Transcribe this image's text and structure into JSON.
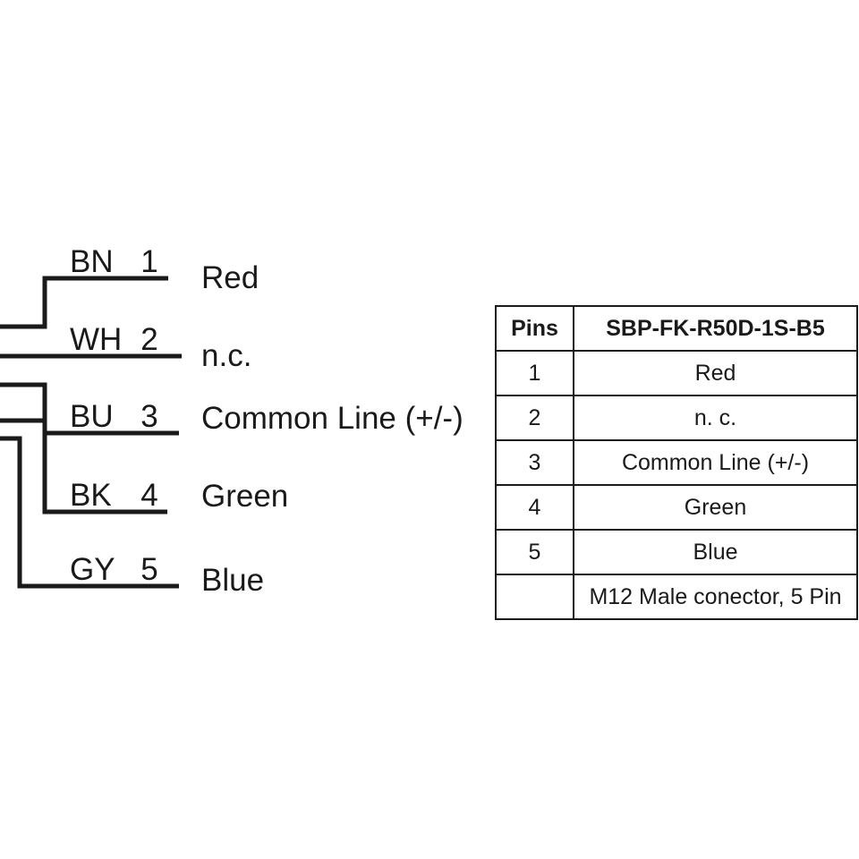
{
  "diagram": {
    "title_hidden": "",
    "line_color": "#1a1a1a",
    "text_color": "#1a1a1a",
    "wires": [
      {
        "code": "BN",
        "pin": "1",
        "function": "Red"
      },
      {
        "code": "WH",
        "pin": "2",
        "function": "n.c."
      },
      {
        "code": "BU",
        "pin": "3",
        "function": "Common Line (+/-)"
      },
      {
        "code": "BK",
        "pin": "4",
        "function": "Green"
      },
      {
        "code": "GY",
        "pin": "5",
        "function": "Blue"
      }
    ]
  },
  "table": {
    "headers": [
      "Pins",
      "SBP-FK-R50D-1S-B5"
    ],
    "rows": [
      {
        "pin": "1",
        "value": "Red"
      },
      {
        "pin": "2",
        "value": "n. c."
      },
      {
        "pin": "3",
        "value": "Common Line (+/-)"
      },
      {
        "pin": "4",
        "value": "Green"
      },
      {
        "pin": "5",
        "value": "Blue"
      },
      {
        "pin": "",
        "value": "M12 Male conector, 5 Pin"
      }
    ]
  }
}
